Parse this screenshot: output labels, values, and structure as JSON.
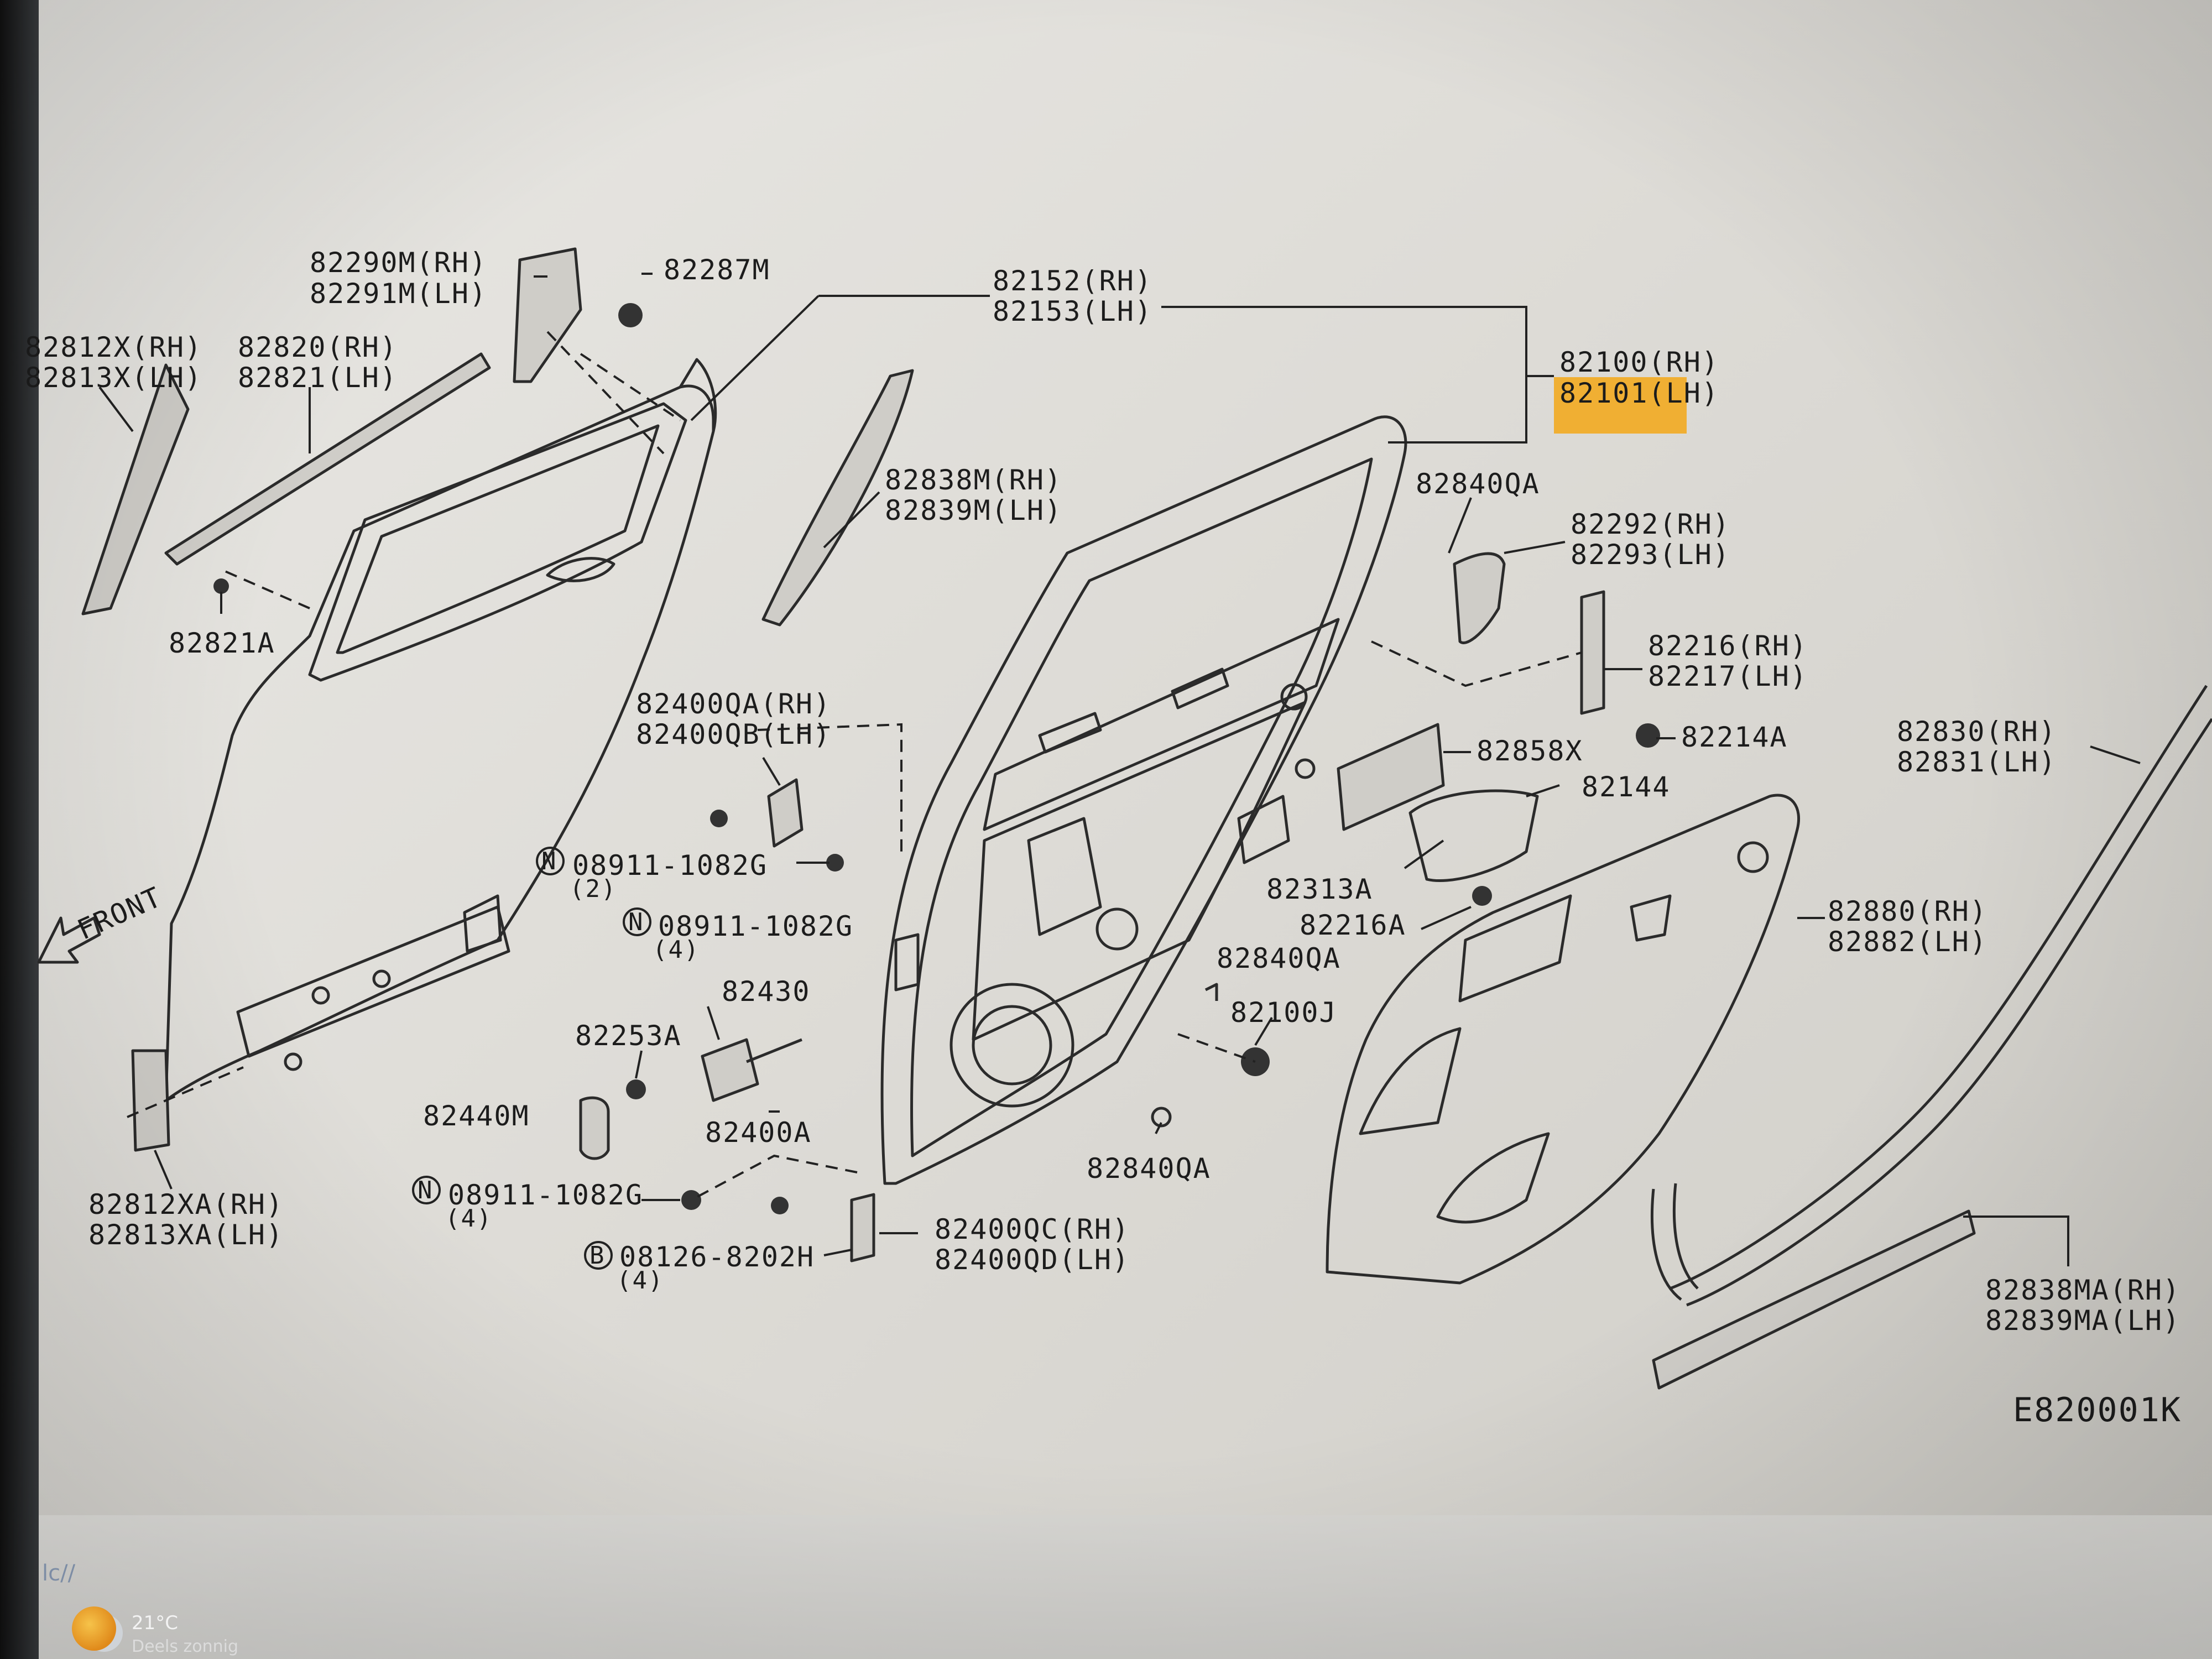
{
  "diagram": {
    "code": "E820001K",
    "front_label": "FRONT",
    "highlight_color": "#f2a81d",
    "parts": {
      "p82290M": "82290M(RH)",
      "p82291M": "82291M(LH)",
      "p82287M": "82287M",
      "p82152": "82152(RH)",
      "p82153": "82153(LH)",
      "p82100": "82100(RH)",
      "p82101": "82101(LH)",
      "p82812X": "82812X(RH)",
      "p82813X": "82813X(LH)",
      "p82820": "82820(RH)",
      "p82821": "82821(LH)",
      "p82838M": "82838M(RH)",
      "p82839M": "82839M(LH)",
      "p82840QA_top": "82840QA",
      "p82292": "82292(RH)",
      "p82293": "82293(LH)",
      "p82821A": "82821A",
      "p82216": "82216(RH)",
      "p82217": "82217(LH)",
      "p82400QA": "82400QA(RH)",
      "p82400QB": "82400QB(LH)",
      "p82214A": "82214A",
      "p82830": "82830(RH)",
      "p82831": "82831(LH)",
      "p82858X": "82858X",
      "p82144": "82144",
      "n08911_a": "08911-1082G",
      "n08911_a_qty": "(2)",
      "n08911_b": "08911-1082G",
      "n08911_b_qty": "(4)",
      "p82313A": "82313A",
      "p82880": "82880(RH)",
      "p82882": "82882(LH)",
      "p82216A": "82216A",
      "p82840QA_mid": "82840QA",
      "p82430": "82430",
      "p82253A": "82253A",
      "p82100J": "82100J",
      "p82440M": "82440M",
      "p82400A": "82400A",
      "p82840QA_low": "82840QA",
      "n08911_c": "08911-1082G",
      "n08911_c_qty": "(4)",
      "p82812XA": "82812XA(RH)",
      "p82813XA": "82813XA(LH)",
      "p82400QC": "82400QC(RH)",
      "p82400QD": "82400QD(LH)",
      "b08126": "08126-8202H",
      "b08126_qty": "(4)",
      "p82838MA": "82838MA(RH)",
      "p82839MA": "82839MA(LH)"
    }
  },
  "taskbar": {
    "hint": "lc//",
    "weather_temp": "21°C",
    "weather_desc": "Deels zonnig"
  }
}
